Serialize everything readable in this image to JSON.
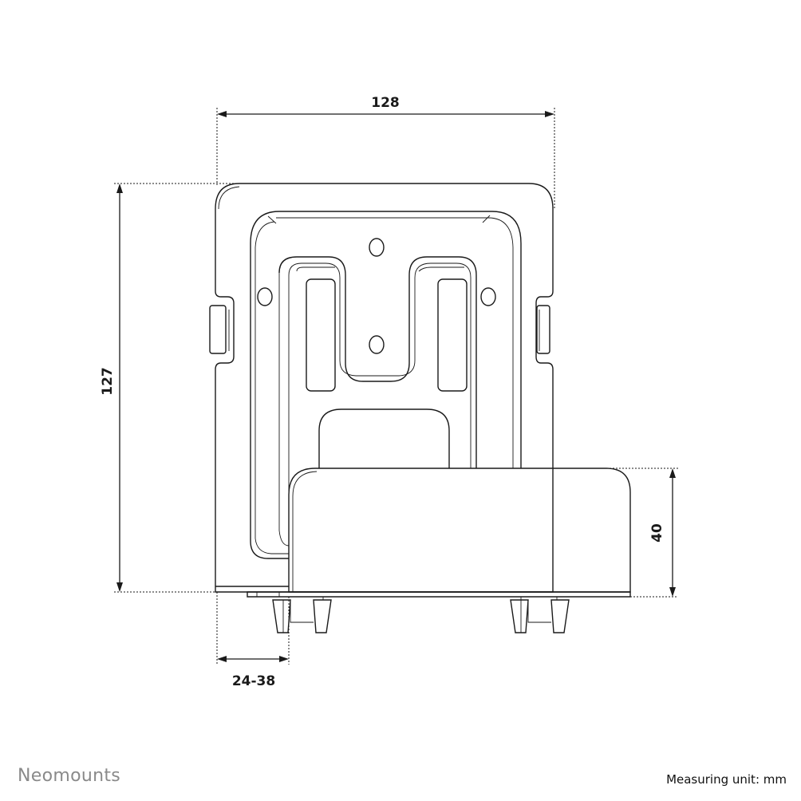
{
  "dimensions": {
    "width": "128",
    "height": "127",
    "tray_height": "40",
    "depth_range": "24-38"
  },
  "footer": {
    "brand": "Neomounts",
    "measuring_unit": "Measuring unit: mm"
  },
  "colors": {
    "line": "#1a1a1a",
    "brand": "#8a8a8a",
    "background": "#ffffff"
  }
}
